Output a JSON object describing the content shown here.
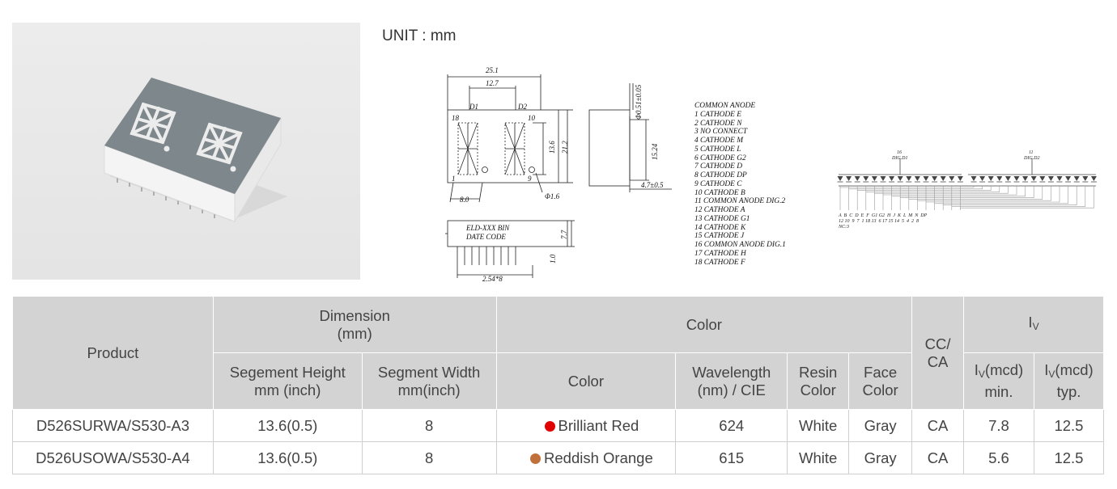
{
  "unit_label": "UNIT : mm",
  "drawing": {
    "dim_25_1": "25.1",
    "dim_12_7": "12.7",
    "dim_13_6": "13.6",
    "dim_21_2": "21.2",
    "dim_8_0": "8.0",
    "dim_phi_1_6": "Φ1.6",
    "dim_phi_0_51": "Φ0.51±0.05",
    "dim_15_24": "15.24",
    "dim_4_7": "4.7±0.5",
    "dim_7_7": "7.7",
    "dim_1_0": "1.0",
    "dim_pitch": "2.54*8",
    "label_d1": "D1",
    "label_d2": "D2",
    "label_pin18": "18",
    "label_pin10": "10",
    "label_pin1": "1",
    "label_pin9": "9",
    "marking_line1": "ELD-XXX  BIN",
    "marking_line2": "DATE    CODE"
  },
  "pinout": [
    "COMMON ANODE",
    "1 CATHODE E",
    "2 CATHODE N",
    "3 NO CONNECT",
    "4 CATHODE M",
    "5 CATHODE L",
    "6 CATHODE G2",
    "7 CATHODE D",
    "8 CATHODE DP",
    "9 CATHODE C",
    "10 CATHODE B",
    "11 COMMON ANODE DIG.2",
    "12 CATHODE A",
    "13 CATHODE G1",
    "14 CATHODE K",
    "15 CATHODE J",
    "16 COMMON ANODE DIG.1",
    "17 CATHODE H",
    "18 CATHODE F"
  ],
  "circuit": {
    "dig1_pin": "16",
    "dig1_label": "DIG.D1",
    "dig2_pin": "11",
    "dig2_label": "DIG.D2",
    "segment_letters": "A  B  C  D  E  F  G1 G2  H  J  K  L  M  N  DP",
    "pin_numbers": "12 10  9  7  1 18 13  6 17 15 14  5  4  2  8",
    "nc_note": "NC:3"
  },
  "table": {
    "headers": {
      "product": "Product",
      "dimension_line1": "Dimension",
      "dimension_line2": "(mm)",
      "color_group": "Color",
      "cc_ca_line1": "CC/",
      "cc_ca_line2": "CA",
      "iv_group_main": "I",
      "iv_group_sub": "V",
      "seg_height_line1": "Segement Height",
      "seg_height_line2": "mm (inch)",
      "seg_width_line1": "Segment Width",
      "seg_width_line2": "mm(inch)",
      "color": "Color",
      "wavelength_line1": "Wavelength",
      "wavelength_line2": "(nm) / CIE",
      "resin_line1": "Resin",
      "resin_line2": "Color",
      "face_line1": "Face",
      "face_line2": "Color",
      "iv_min_main": "I",
      "iv_min_sub": "V",
      "iv_min_unit": "(mcd)",
      "iv_min_line2": "min.",
      "iv_typ_main": "I",
      "iv_typ_sub": "V",
      "iv_typ_unit": "(mcd)",
      "iv_typ_line2": "typ."
    },
    "rows": [
      {
        "product": "D526SURWA/S530-A3",
        "segment_height": "13.6(0.5)",
        "segment_width": "8",
        "color_dot": "#e00000",
        "color": "Brilliant Red",
        "wavelength": "624",
        "resin": "White",
        "face": "Gray",
        "cc_ca": "CA",
        "iv_min": "7.8",
        "iv_typ": "12.5"
      },
      {
        "product": "D526USOWA/S530-A4",
        "segment_height": "13.6(0.5)",
        "segment_width": "8",
        "color_dot": "#c0703a",
        "color": "Reddish Orange",
        "wavelength": "615",
        "resin": "White",
        "face": "Gray",
        "cc_ca": "CA",
        "iv_min": "5.6",
        "iv_typ": "12.5"
      }
    ]
  }
}
